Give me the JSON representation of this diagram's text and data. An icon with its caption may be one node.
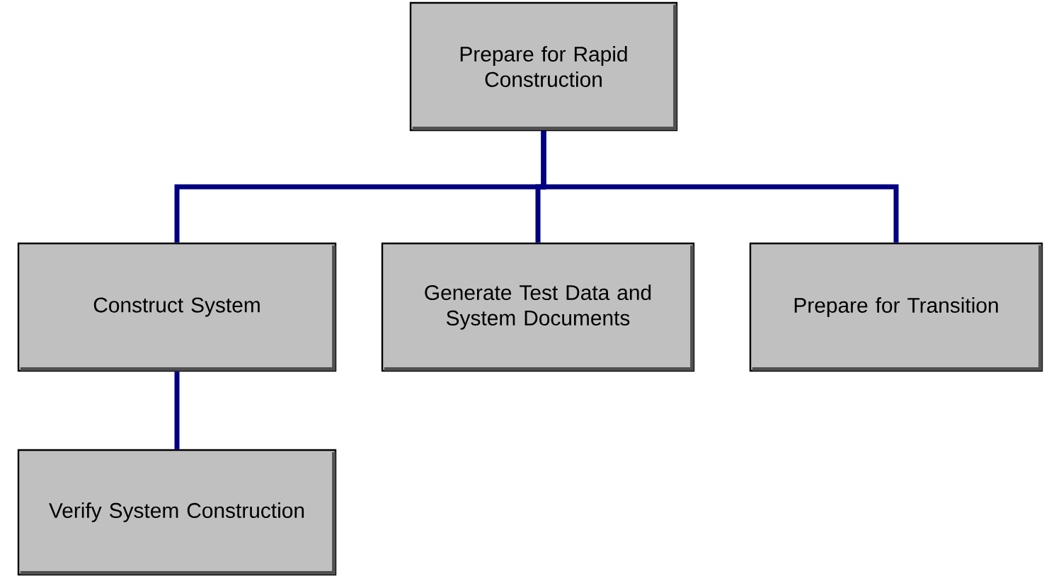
{
  "diagram": {
    "nodes": [
      {
        "text": [
          "Prepare for Rapid Construction"
        ]
      },
      {
        "text": [
          "Construct System"
        ]
      },
      {
        "text": [
          "Generate Test Data and System Documents"
        ]
      },
      {
        "text": [
          "Prepare for Transition"
        ]
      },
      {
        "text": [
          "Verify System Construction"
        ]
      }
    ],
    "edges": [
      {
        "from": 0,
        "to": 1,
        "arrow": "none"
      },
      {
        "from": 0,
        "to": 2,
        "arrow": "none"
      },
      {
        "from": 0,
        "to": 3,
        "arrow": "none"
      },
      {
        "from": 1,
        "to": 4,
        "arrow": "none"
      }
    ]
  }
}
